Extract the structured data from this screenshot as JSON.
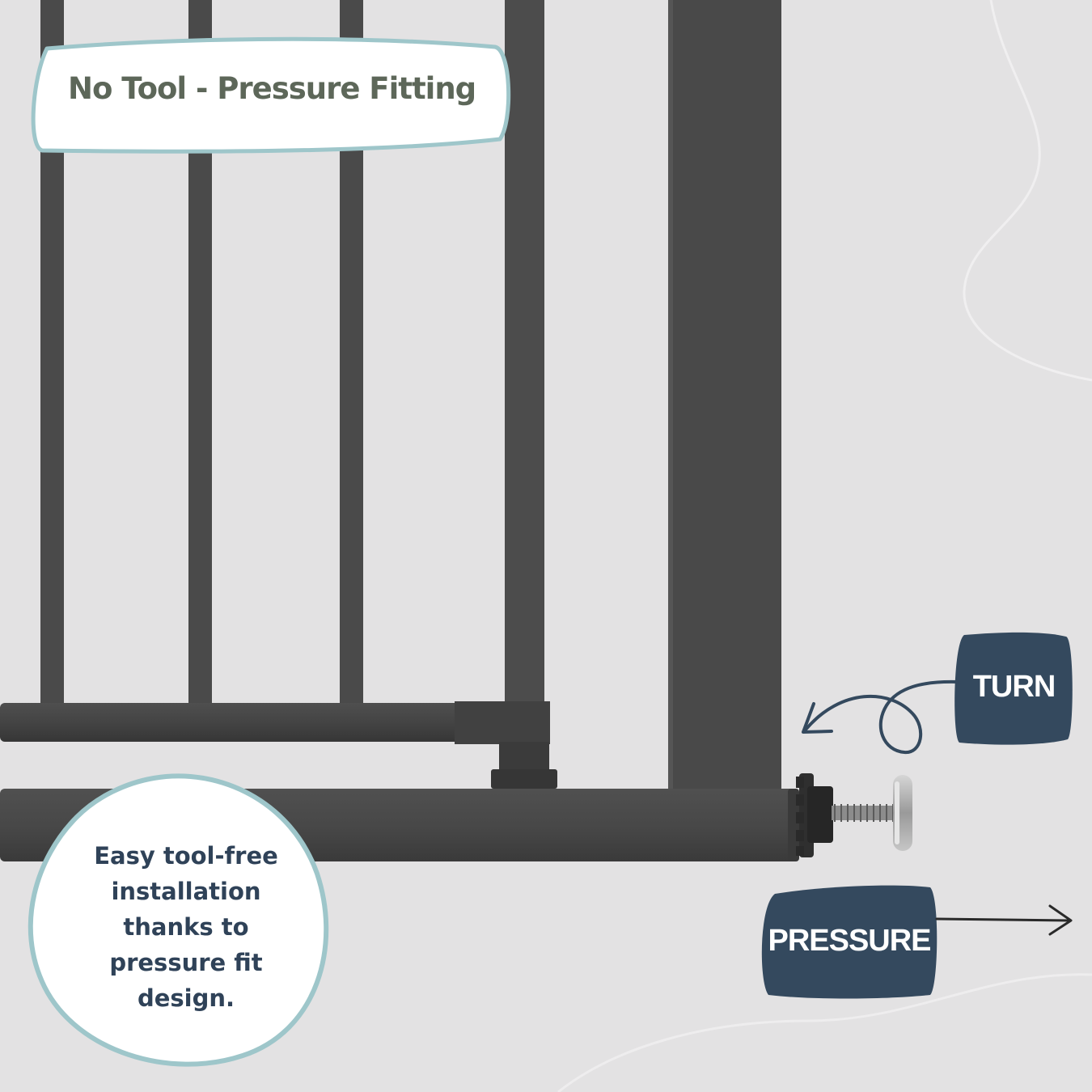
{
  "callout": {
    "title": "No Tool - Pressure Fitting"
  },
  "feature_blob": {
    "text_lines": [
      "Easy tool-free",
      "installation",
      "thanks to",
      "pressure fit",
      "design."
    ]
  },
  "tags": {
    "turn": "TURN",
    "pressure": "PRESSURE"
  },
  "colors": {
    "background": "#e3e2e3",
    "gate_metal": "#474747",
    "tag_fill": "#34495e",
    "bubble_outline": "#9ec6ca",
    "title_text": "#5d6759",
    "body_text": "#2f4258"
  },
  "icons": {
    "turn_arrow": "curved-arrow-icon",
    "pressure_arrow": "right-arrow-icon"
  }
}
